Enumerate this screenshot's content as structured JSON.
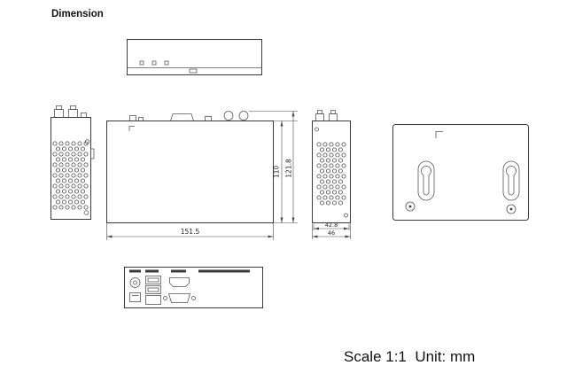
{
  "title": "Dimension",
  "scale_note": "Scale 1:1  Unit: mm",
  "dimensions": {
    "main_height_inner": "110",
    "main_height_outer": "121.8",
    "main_width": "151.5",
    "side_width_inner": "42.8",
    "side_width_outer": "46"
  }
}
